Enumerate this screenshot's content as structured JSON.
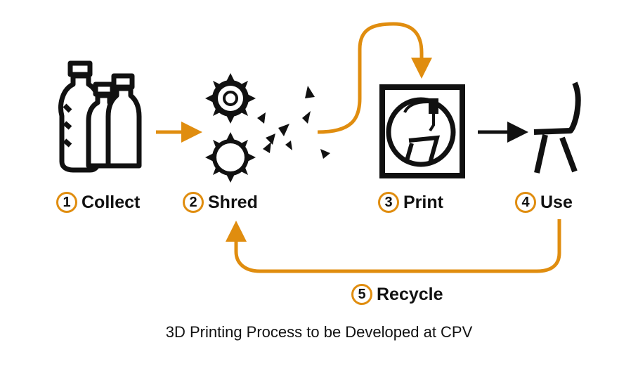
{
  "colors": {
    "accent": "#e08d0f",
    "ink": "#111111",
    "background": "#ffffff"
  },
  "steps": [
    {
      "number": "1",
      "label": "Collect",
      "icon": "bottles-icon"
    },
    {
      "number": "2",
      "label": "Shred",
      "icon": "shredder-icon"
    },
    {
      "number": "3",
      "label": "Print",
      "icon": "3d-printer-icon"
    },
    {
      "number": "4",
      "label": "Use",
      "icon": "chair-icon"
    },
    {
      "number": "5",
      "label": "Recycle",
      "icon": "return-arrow-icon"
    }
  ],
  "caption": "3D Printing Process to be Developed at CPV"
}
